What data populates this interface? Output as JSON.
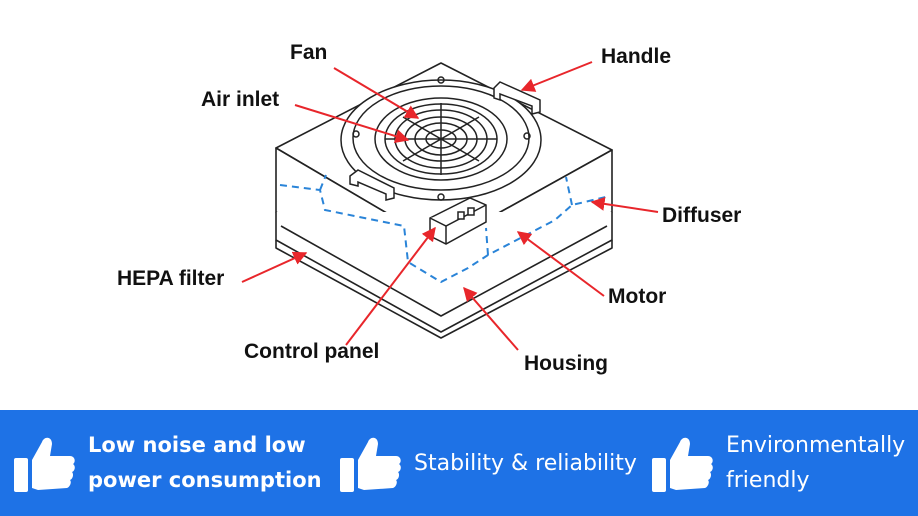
{
  "labels": {
    "fan": "Fan",
    "handle": "Handle",
    "air_inlet": "Air inlet",
    "diffuser": "Diffuser",
    "hepa_filter": "HEPA filter",
    "motor": "Motor",
    "control_panel": "Control panel",
    "housing": "Housing"
  },
  "features": [
    {
      "line1": "Low noise and low",
      "line2": "power consumption",
      "icon": "thumbs-up-icon"
    },
    {
      "line1": "Stability & reliability",
      "icon": "thumbs-up-icon"
    },
    {
      "line1": "Environmentally",
      "line2": "friendly",
      "icon": "thumbs-up-icon"
    }
  ],
  "colors": {
    "banner": "#1e72e6",
    "arrow": "#e8262b",
    "diffuser_dash": "#2a84d8"
  }
}
